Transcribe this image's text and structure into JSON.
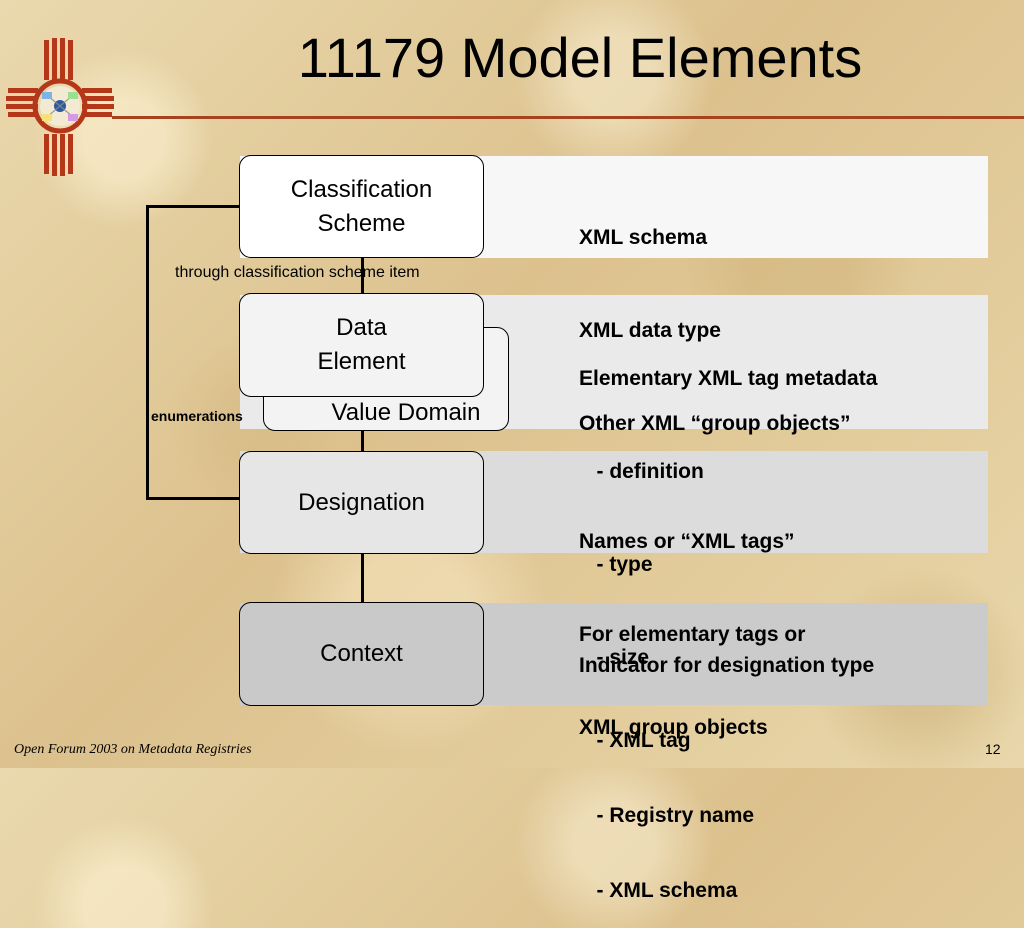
{
  "slide": {
    "title": "11179 Model Elements",
    "footer": "Open Forum 2003 on Metadata Registries",
    "page_number": "12"
  },
  "colors": {
    "title_rule": "#a5431f",
    "zia_symbol": "#b4371a"
  },
  "icons": [
    "zia-sun-symbol"
  ],
  "boxes": {
    "classification_scheme": [
      "Classification",
      "Scheme"
    ],
    "data_element": [
      "Data",
      "Element"
    ],
    "value_domain": "Value Domain",
    "designation": "Designation",
    "context": "Context"
  },
  "connectors": {
    "classification_link": "through classification scheme item",
    "enumerations": "enumerations"
  },
  "descriptions": {
    "classification_scheme": [
      "XML schema",
      "XML data type",
      "Other XML “group objects”"
    ],
    "data_element": [
      "Elementary XML tag metadata",
      "   - definition",
      "   - type",
      "   - size"
    ],
    "designation": [
      "Names or “XML tags”",
      "For elementary tags or",
      "XML group objects"
    ],
    "context": [
      "Indicator for designation type",
      "   - XML tag",
      "   - Registry name",
      "   - XML schema"
    ]
  }
}
